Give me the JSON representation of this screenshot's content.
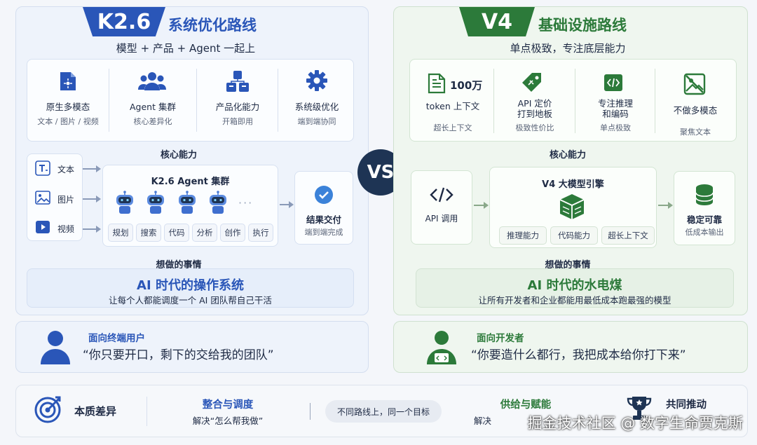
{
  "left": {
    "tag": "K2.6",
    "title": "系统优化路线",
    "subtitle": "模型 + 产品 + Agent 一起上",
    "features": [
      {
        "title": "原生多模态",
        "sub": "文本 / 图片 / 视频"
      },
      {
        "title": "Agent 集群",
        "sub": "核心差异化"
      },
      {
        "title": "产品化能力",
        "sub": "开箱即用"
      },
      {
        "title": "系统级优化",
        "sub": "端到端协同"
      }
    ],
    "core_label": "核心能力",
    "inputs": [
      "文本",
      "图片",
      "视频"
    ],
    "cluster_title": "K2.6 Agent 集群",
    "cluster_dots": "···",
    "chips": [
      "规划",
      "搜索",
      "代码",
      "分析",
      "创作",
      "执行"
    ],
    "result_title": "结果交付",
    "result_sub": "端到端完成",
    "goal_label": "想做的事情",
    "goal_title": "AI 时代的操作系统",
    "goal_sub": "让每个人都能调度一个 AI 团队帮自己干活",
    "audience": "面向终端用户",
    "quote": "“你只要开口，剩下的交给我的团队”"
  },
  "right": {
    "tag": "V4",
    "title": "基础设施路线",
    "subtitle": "单点极致，专注底层能力",
    "features": [
      {
        "title_top": "100万",
        "title": "token 上下文",
        "sub": "超长上下文"
      },
      {
        "title": "API 定价\n打到地板",
        "sub": "极致性价比"
      },
      {
        "title": "专注推理\n和编码",
        "sub": "单点极致"
      },
      {
        "title": "不做多模态",
        "sub": "聚焦文本"
      }
    ],
    "core_label": "核心能力",
    "api_label": "API 调用",
    "engine_title": "V4 大模型引擎",
    "chips": [
      "推理能力",
      "代码能力",
      "超长上下文"
    ],
    "result_title": "稳定可靠",
    "result_sub": "低成本输出",
    "goal_label": "想做的事情",
    "goal_title": "AI 时代的水电煤",
    "goal_sub": "让所有开发者和企业都能用最低成本跑最强的模型",
    "audience": "面向开发者",
    "quote": "“你要造什么都行，我把成本给你打下来”"
  },
  "vs": "VS",
  "bottom": {
    "essence_label": "本质差异",
    "left_title": "整合与调度",
    "left_sub": "解决“怎么帮我做”",
    "center": "不同路线上，同一个目标",
    "right_title": "供给与赋能",
    "right_sub": "解决",
    "end_title": "共同推动"
  },
  "watermark": "掘金技术社区 @ 数字生命贾克斯",
  "colors": {
    "blue": "#2a56b8",
    "green": "#2c7a3a",
    "vs_bg": "#1e3454"
  }
}
